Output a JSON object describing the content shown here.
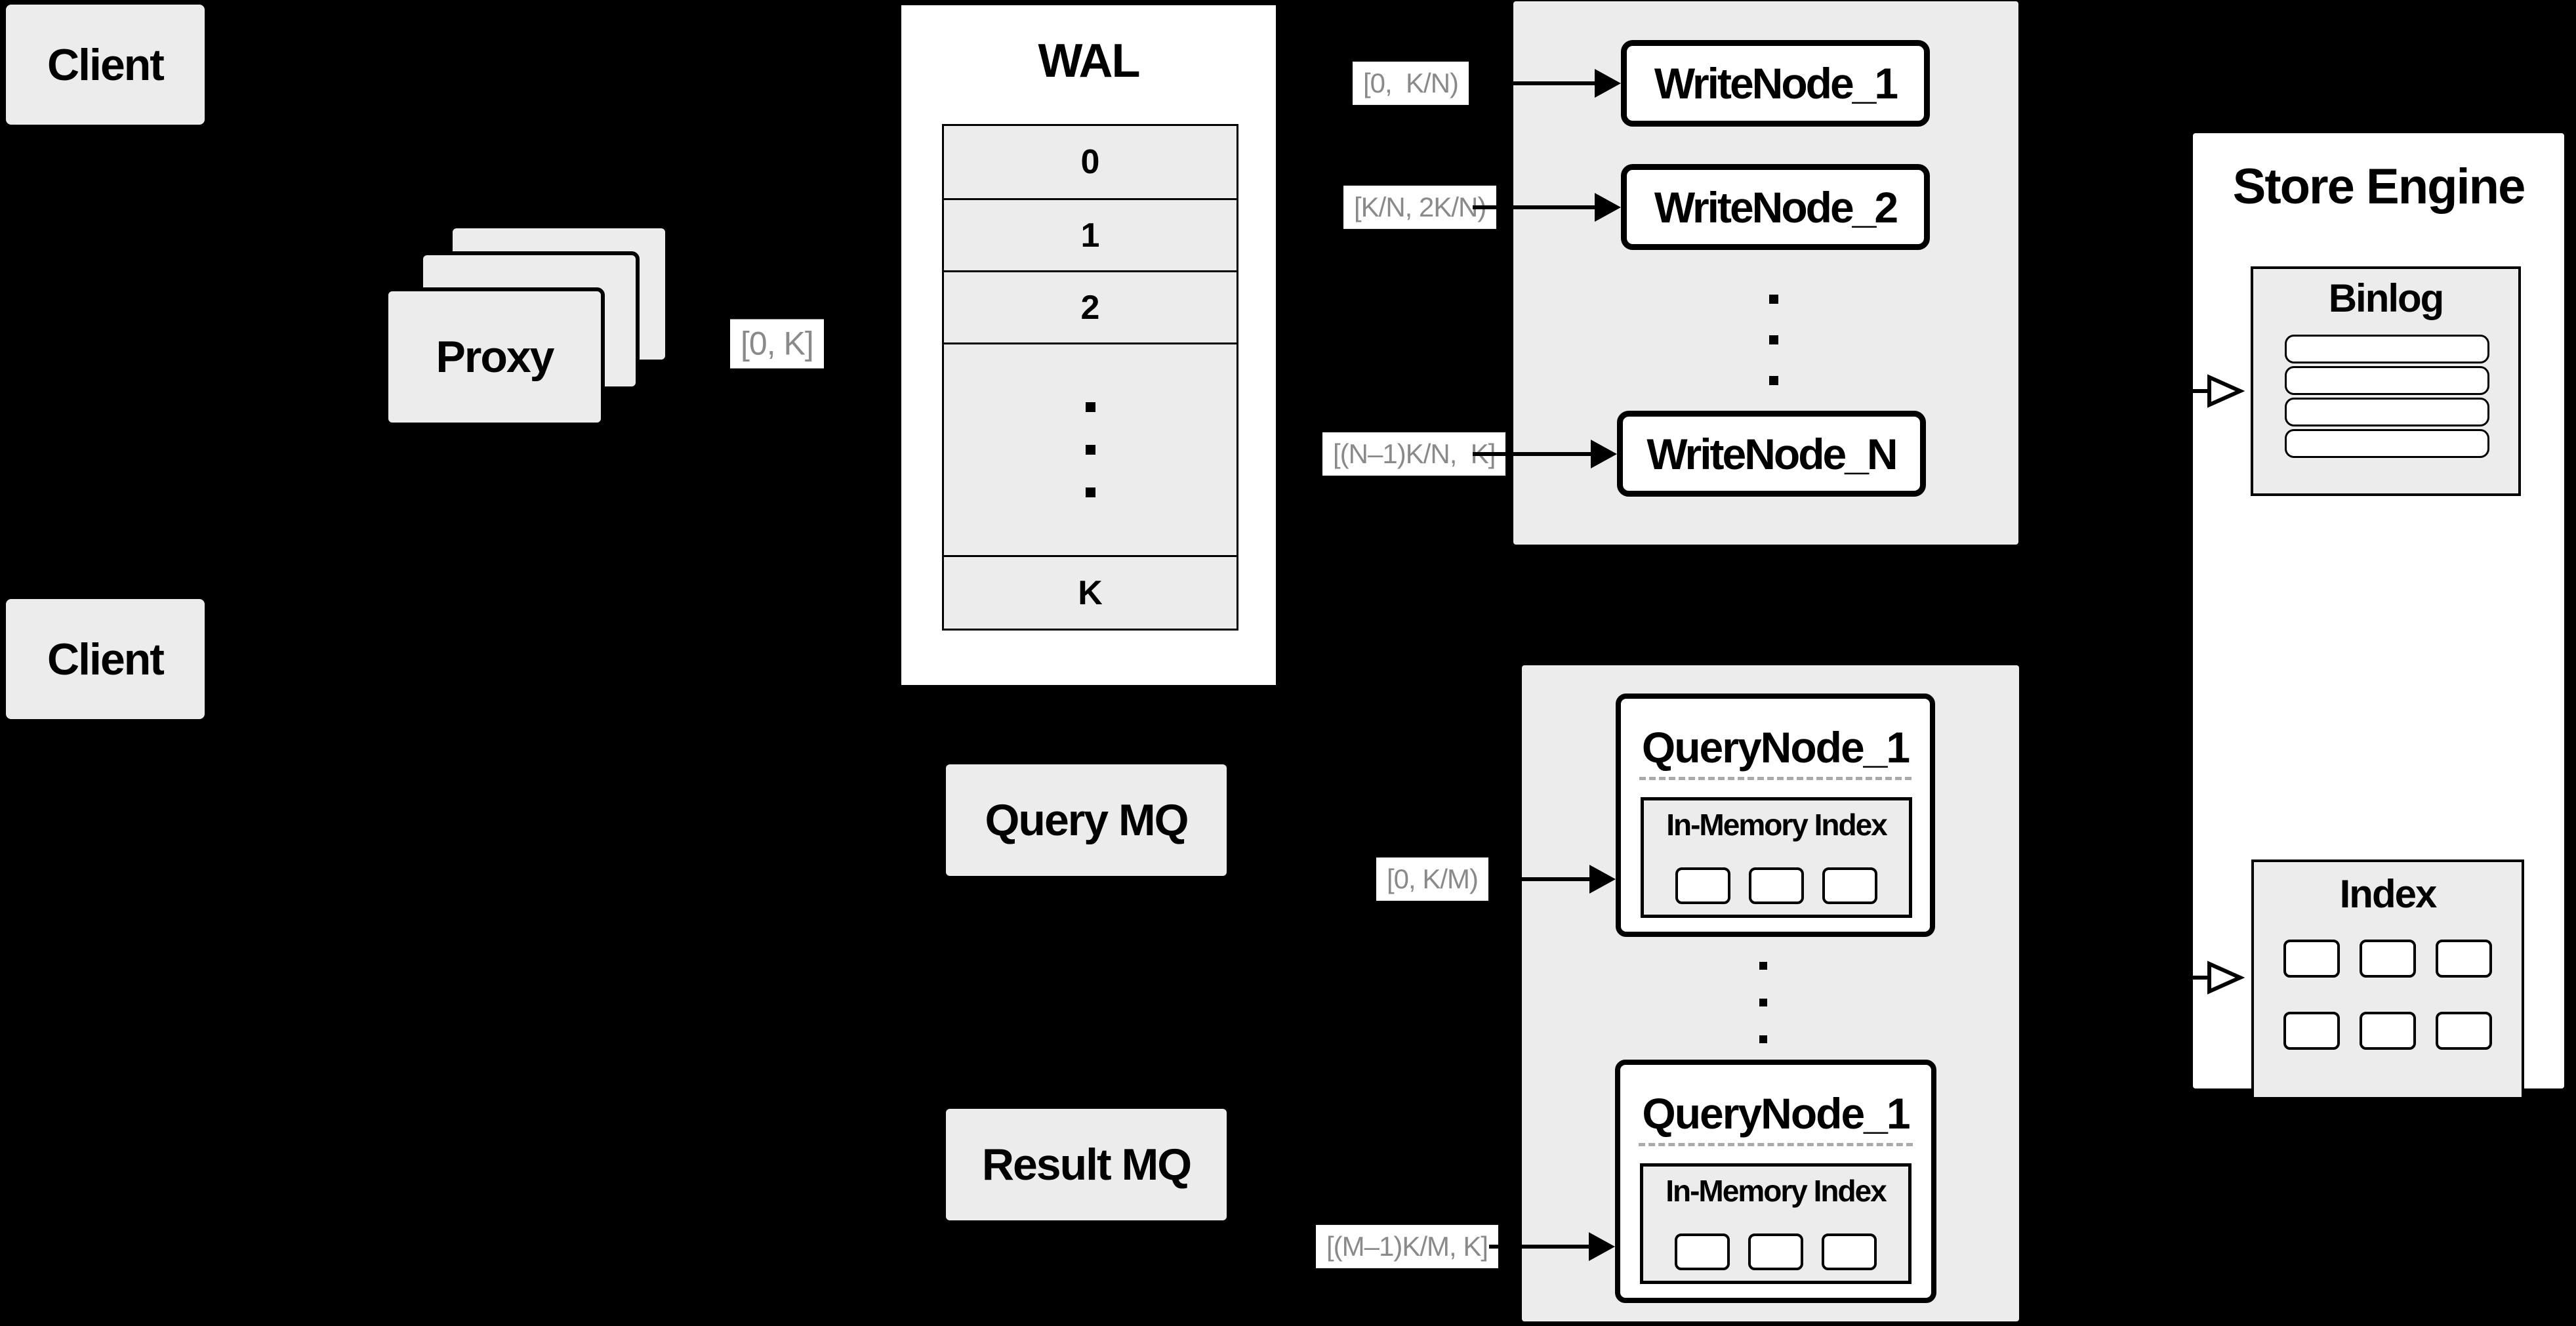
{
  "colors": {
    "background": "#000000",
    "panel_fill": "#ececec",
    "node_fill": "#ffffff",
    "line": "#000000",
    "range_text": "#8a8a8a",
    "range_bg": "#ffffff",
    "divider": "#aaaaaa"
  },
  "clients": {
    "top": "Client",
    "bottom": "Client"
  },
  "proxy": {
    "label": "Proxy",
    "range": "[0, K]"
  },
  "wal": {
    "title": "WAL",
    "rows": [
      "0",
      "1",
      "2"
    ],
    "last_row": "K"
  },
  "write_group": {
    "nodes": [
      {
        "label": "WriteNode_1",
        "range": "[0,  K/N)"
      },
      {
        "label": "WriteNode_2",
        "range": "[K/N, 2K/N)"
      },
      {
        "label": "WriteNode_N",
        "range": "[(N–1)K/N,  K]"
      }
    ]
  },
  "mq": {
    "query": "Query MQ",
    "result": "Result MQ"
  },
  "query_group": {
    "nodes": [
      {
        "title": "QueryNode_1",
        "memory_title": "In-Memory Index",
        "range": "[0, K/M)"
      },
      {
        "title": "QueryNode_1",
        "memory_title": "In-Memory Index",
        "range": "[(M–1)K/M, K]"
      }
    ]
  },
  "store": {
    "title": "Store Engine",
    "binlog": "Binlog",
    "index": "Index"
  }
}
